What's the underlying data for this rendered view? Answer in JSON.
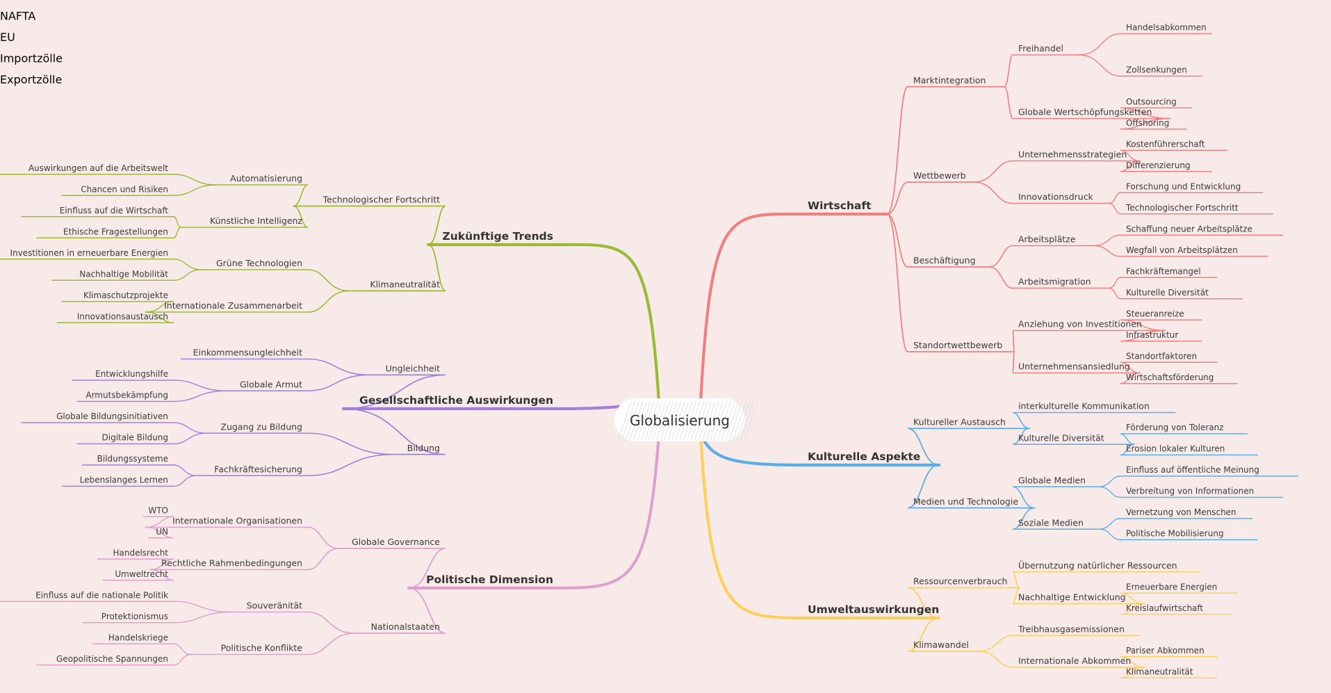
{
  "root": {
    "label": "Globalisierung"
  },
  "branches": [
    {
      "key": "wirtschaft",
      "label": "Wirtschaft",
      "color": "#ef8080",
      "side": "right",
      "children": [
        {
          "label": "Marktintegration",
          "children": [
            {
              "label": "Freihandel",
              "children": [
                {
                  "label": "Handelsabkommen",
                  "children": [
                    {
                      "label": "NAFTA"
                    },
                    {
                      "label": "EU"
                    }
                  ]
                },
                {
                  "label": "Zollsenkungen",
                  "children": [
                    {
                      "label": "Importzölle"
                    },
                    {
                      "label": "Exportzölle"
                    }
                  ]
                }
              ]
            },
            {
              "label": "Globale Wertschöpfungsketten",
              "children": [
                {
                  "label": "Outsourcing"
                },
                {
                  "label": "Offshoring"
                }
              ]
            }
          ]
        },
        {
          "label": "Wettbewerb",
          "children": [
            {
              "label": "Unternehmensstrategien",
              "children": [
                {
                  "label": "Kostenführerschaft"
                },
                {
                  "label": "Differenzierung"
                }
              ]
            },
            {
              "label": "Innovationsdruck",
              "children": [
                {
                  "label": "Forschung und Entwicklung"
                },
                {
                  "label": "Technologischer Fortschritt"
                }
              ]
            }
          ]
        },
        {
          "label": "Beschäftigung",
          "children": [
            {
              "label": "Arbeitsplätze",
              "children": [
                {
                  "label": "Schaffung neuer Arbeitsplätze"
                },
                {
                  "label": "Wegfall von Arbeitsplätzen"
                }
              ]
            },
            {
              "label": "Arbeitsmigration",
              "children": [
                {
                  "label": "Fachkräftemangel"
                },
                {
                  "label": "Kulturelle Diversität"
                }
              ]
            }
          ]
        },
        {
          "label": "Standortwettbewerb",
          "children": [
            {
              "label": "Anziehung von Investitionen",
              "children": [
                {
                  "label": "Steueranreize"
                },
                {
                  "label": "Infrastruktur"
                }
              ]
            },
            {
              "label": "Unternehmensansiedlung",
              "children": [
                {
                  "label": "Standortfaktoren"
                },
                {
                  "label": "Wirtschaftsförderung"
                }
              ]
            }
          ]
        }
      ]
    },
    {
      "key": "kultur",
      "label": "Kulturelle Aspekte",
      "color": "#5aaee8",
      "side": "right",
      "children": [
        {
          "label": "Kultureller Austausch",
          "children": [
            {
              "label": "interkulturelle Kommunikation"
            },
            {
              "label": "Kulturelle Diversität",
              "children": [
                {
                  "label": "Förderung von Toleranz"
                },
                {
                  "label": "Erosion lokaler Kulturen"
                }
              ]
            }
          ]
        },
        {
          "label": "Medien und Technologie",
          "children": [
            {
              "label": "Globale Medien",
              "children": [
                {
                  "label": "Einfluss auf öffentliche Meinung"
                },
                {
                  "label": "Verbreitung von Informationen"
                }
              ]
            },
            {
              "label": "Soziale Medien",
              "children": [
                {
                  "label": "Vernetzung von Menschen"
                },
                {
                  "label": "Politische Mobilisierung"
                }
              ]
            }
          ]
        }
      ]
    },
    {
      "key": "umwelt",
      "label": "Umweltauswirkungen",
      "color": "#fcd15b",
      "side": "right",
      "children": [
        {
          "label": "Ressourcenverbrauch",
          "children": [
            {
              "label": "Übernutzung natürlicher Ressourcen"
            },
            {
              "label": "Nachhaltige Entwicklung",
              "children": [
                {
                  "label": "Erneuerbare Energien"
                },
                {
                  "label": "Kreislaufwirtschaft"
                }
              ]
            }
          ]
        },
        {
          "label": "Klimawandel",
          "children": [
            {
              "label": "Treibhausgasemissionen"
            },
            {
              "label": "Internationale Abkommen",
              "children": [
                {
                  "label": "Pariser Abkommen"
                },
                {
                  "label": "Klimaneutralität"
                }
              ]
            }
          ]
        }
      ]
    },
    {
      "key": "trends",
      "label": "Zukünftige Trends",
      "color": "#99bb33",
      "side": "left",
      "children": [
        {
          "label": "Technologischer Fortschritt",
          "children": [
            {
              "label": "Automatisierung",
              "children": [
                {
                  "label": "Auswirkungen auf die Arbeitswelt"
                },
                {
                  "label": "Chancen und Risiken"
                }
              ]
            },
            {
              "label": "Künstliche Intelligenz",
              "children": [
                {
                  "label": "Einfluss auf die Wirtschaft"
                },
                {
                  "label": "Ethische Fragestellungen"
                }
              ]
            }
          ]
        },
        {
          "label": "Klimaneutralität",
          "children": [
            {
              "label": "Grüne Technologien",
              "children": [
                {
                  "label": "Investitionen in erneuerbare Energien"
                },
                {
                  "label": "Nachhaltige Mobilität"
                }
              ]
            },
            {
              "label": "Internationale Zusammenarbeit",
              "children": [
                {
                  "label": "Klimaschutzprojekte"
                },
                {
                  "label": "Innovationsaustausch"
                }
              ]
            }
          ]
        }
      ]
    },
    {
      "key": "gesellschaft",
      "label": "Gesellschaftliche Auswirkungen",
      "color": "#a47fd9",
      "side": "left",
      "children": [
        {
          "label": "Ungleichheit",
          "children": [
            {
              "label": "Einkommensungleichheit"
            },
            {
              "label": "Globale Armut",
              "children": [
                {
                  "label": "Entwicklungshilfe"
                },
                {
                  "label": "Armutsbekämpfung"
                }
              ]
            }
          ]
        },
        {
          "label": "Bildung",
          "children": [
            {
              "label": "Zugang zu Bildung",
              "children": [
                {
                  "label": "Globale Bildungsinitiativen"
                },
                {
                  "label": "Digitale Bildung"
                }
              ]
            },
            {
              "label": "Fachkräftesicherung",
              "children": [
                {
                  "label": "Bildungssysteme"
                },
                {
                  "label": "Lebenslanges Lernen"
                }
              ]
            }
          ]
        }
      ]
    },
    {
      "key": "politik",
      "label": "Politische Dimension",
      "color": "#df9fcf",
      "side": "left",
      "children": [
        {
          "label": "Globale Governance",
          "children": [
            {
              "label": "Internationale Organisationen",
              "children": [
                {
                  "label": "WTO"
                },
                {
                  "label": "UN"
                }
              ]
            },
            {
              "label": "Rechtliche Rahmenbedingungen",
              "children": [
                {
                  "label": "Handelsrecht"
                },
                {
                  "label": "Umweltrecht"
                }
              ]
            }
          ]
        },
        {
          "label": "Nationalstaaten",
          "children": [
            {
              "label": "Souveränität",
              "children": [
                {
                  "label": "Einfluss auf die nationale Politik"
                },
                {
                  "label": "Protektionismus"
                }
              ]
            },
            {
              "label": "Politische Konflikte",
              "children": [
                {
                  "label": "Handelskriege"
                },
                {
                  "label": "Geopolitische Spannungen"
                }
              ]
            }
          ]
        }
      ]
    }
  ]
}
